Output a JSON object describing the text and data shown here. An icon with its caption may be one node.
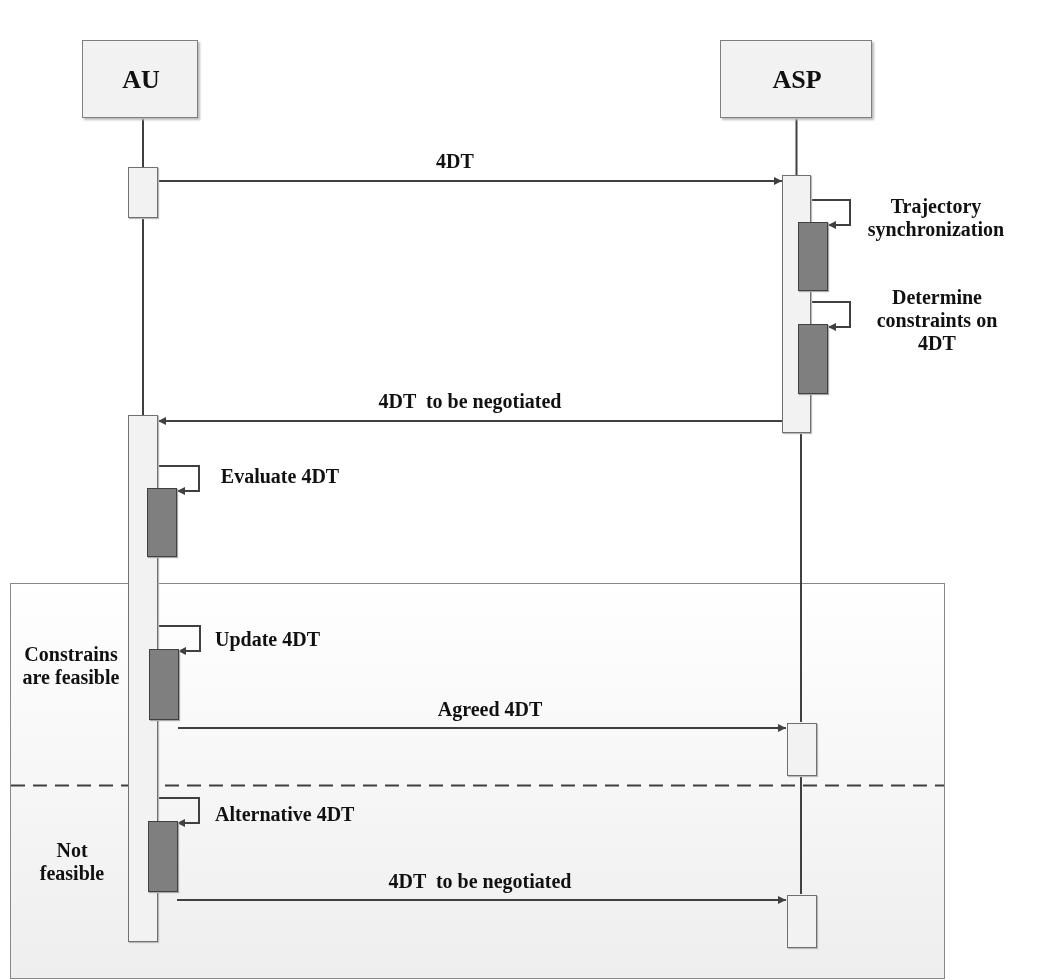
{
  "diagram": {
    "nodes": [
      {
        "text": [
          "AU"
        ]
      },
      {
        "text": [
          "ASP"
        ]
      },
      {
        "text": [],
        "shape": "box"
      },
      {
        "text": [],
        "shape": "box"
      },
      {
        "text": [],
        "shape": "box"
      },
      {
        "text": [],
        "shape": "box"
      },
      {
        "text": [],
        "shape": "box"
      },
      {
        "text": [],
        "shape": "box"
      },
      {
        "text": [
          "Constrains are feasible",
          "Not feasible"
        ]
      },
      {
        "text": [],
        "shape": "box",
        "in": 8
      },
      {
        "text": [],
        "shape": "box",
        "in": 8
      },
      {
        "text": [],
        "shape": "box",
        "in": 8
      },
      {
        "text": [],
        "shape": "box",
        "in": 8
      }
    ],
    "edges": [
      {
        "from": 0,
        "to": 2,
        "arrow": "none"
      },
      {
        "from": 2,
        "to": 6,
        "arrow": "none"
      },
      {
        "from": 1,
        "to": 3,
        "arrow": "none"
      },
      {
        "from": 3,
        "to": 10,
        "arrow": "none"
      },
      {
        "from": 10,
        "to": 12,
        "arrow": "none"
      },
      {
        "from": 2,
        "to": 3,
        "arrow": "to",
        "label": "4DT"
      },
      {
        "from": 3,
        "to": 4,
        "arrow": "to",
        "label": "Trajectory synchronization"
      },
      {
        "from": 3,
        "to": 5,
        "arrow": "to",
        "label": "Determine constraints on 4DT"
      },
      {
        "from": 3,
        "to": 6,
        "arrow": "to",
        "label": "4DT  to be negotiated"
      },
      {
        "from": 6,
        "to": 7,
        "arrow": "to",
        "label": "Evaluate 4DT"
      },
      {
        "from": 6,
        "to": 9,
        "arrow": "to",
        "label": "Update 4DT"
      },
      {
        "from": 9,
        "to": 10,
        "arrow": "to",
        "label": "Agreed 4DT"
      },
      {
        "from": 6,
        "to": 11,
        "arrow": "to",
        "label": "Alternative 4DT"
      },
      {
        "from": 11,
        "to": 12,
        "arrow": "to",
        "label": "4DT  to be negotiated"
      }
    ]
  }
}
